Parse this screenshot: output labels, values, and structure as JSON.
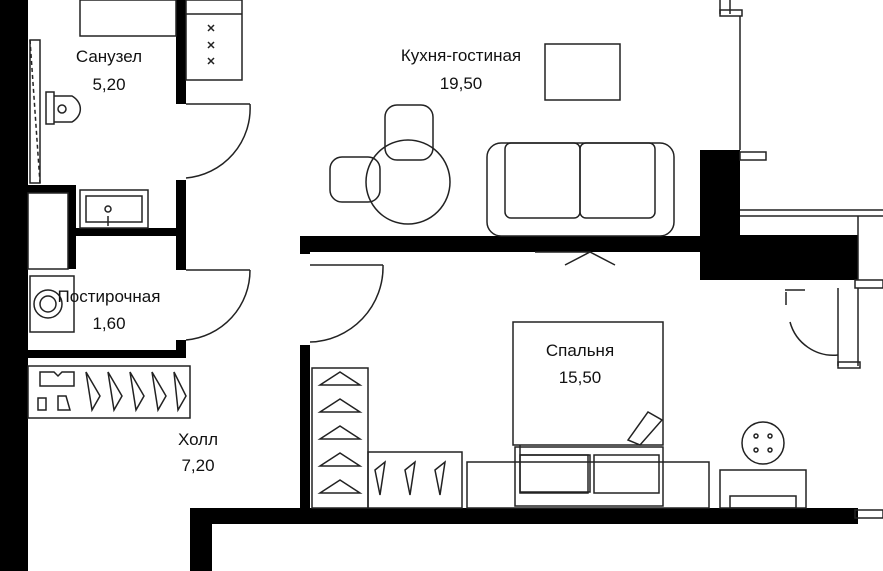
{
  "rooms": {
    "bathroom": {
      "name": "Санузел",
      "area": "5,20"
    },
    "kitchen_living": {
      "name": "Кухня-гостиная",
      "area": "19,50"
    },
    "laundry": {
      "name": "Постирочная",
      "area": "1,60"
    },
    "bedroom": {
      "name": "Спальня",
      "area": "15,50"
    },
    "hall": {
      "name": "Холл",
      "area": "7,20"
    }
  },
  "colors": {
    "wall": "#000000",
    "line": "#222222",
    "background": "#ffffff"
  }
}
